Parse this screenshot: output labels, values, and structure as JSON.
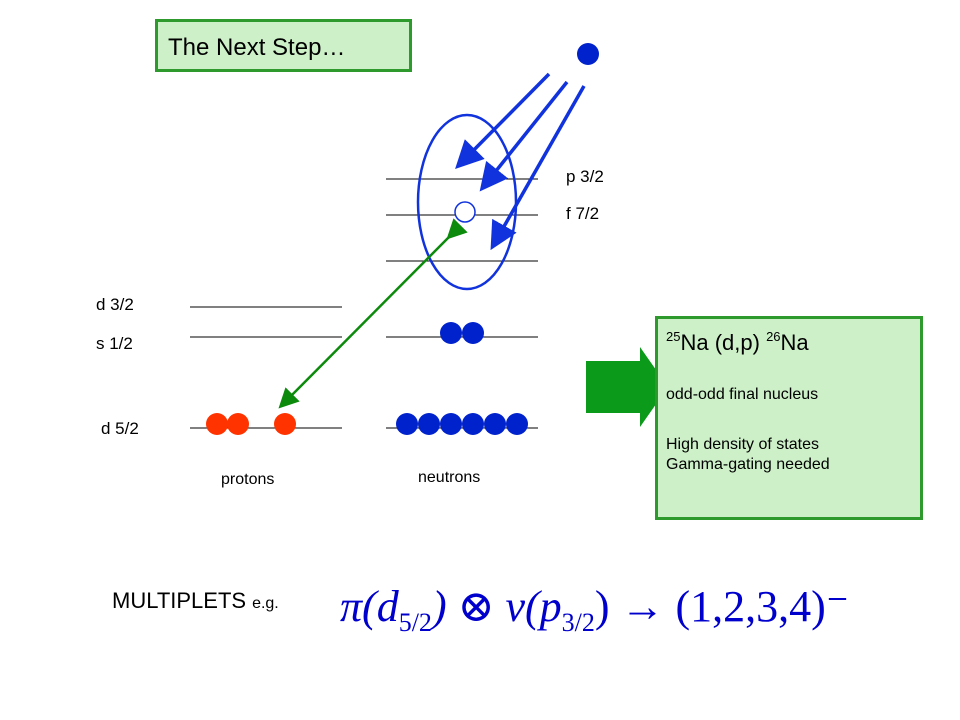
{
  "title": "The Next Step…",
  "proton_levels": {
    "d32": "d 3/2",
    "s12": "s 1/2",
    "d52": "d 5/2"
  },
  "neutron_levels": {
    "p32": "p 3/2",
    "f72": "f 7/2"
  },
  "labels": {
    "protons": "protons",
    "neutrons": "neutrons"
  },
  "info_box": {
    "target_mass": "25",
    "target": "Na (d,p) ",
    "product_mass": "26",
    "product": "Na",
    "line1": "odd-odd final nucleus",
    "line2": "High density of states",
    "line3": "Gamma-gating needed"
  },
  "multiplets": {
    "label": "MULTIPLETS",
    "eg": "e.g."
  },
  "formula": {
    "pi": "π(d",
    "pi_sub": "5/2",
    "otimes": ") ⊗ ν(p",
    "nu_sub": "3/2",
    "result": ")  → (1,2,3,4)⁻"
  },
  "colors": {
    "proton": "#ff3300",
    "neutron": "#0022cc",
    "green_border": "#2e9a2e",
    "box_fill": "#cdf0c8",
    "arrow_green": "#0b8a0b",
    "arrow_blue": "#1133dd"
  }
}
